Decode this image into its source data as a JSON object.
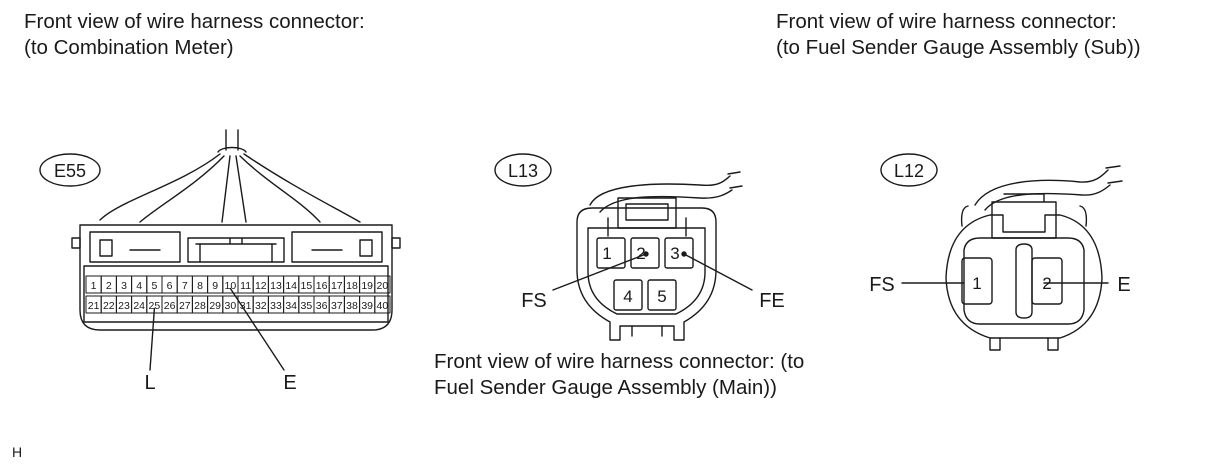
{
  "captions": {
    "e55": {
      "line1": "Front view of wire harness connector:",
      "line2": "(to Combination Meter)"
    },
    "l12": {
      "line1": "Front view of wire harness connector:",
      "line2": "(to Fuel Sender Gauge Assembly (Sub))"
    },
    "l13": {
      "line1": "Front view of wire harness connector: (to",
      "line2": "Fuel Sender Gauge Assembly (Main))"
    }
  },
  "connectors": {
    "e55": {
      "id": "E55",
      "row1": [
        "1",
        "2",
        "3",
        "4",
        "5",
        "6",
        "7",
        "8",
        "9",
        "10",
        "11",
        "12",
        "13",
        "14",
        "15",
        "16",
        "17",
        "18",
        "19",
        "20"
      ],
      "row2": [
        "21",
        "22",
        "23",
        "24",
        "25",
        "26",
        "27",
        "28",
        "29",
        "30",
        "31",
        "32",
        "33",
        "34",
        "35",
        "36",
        "37",
        "38",
        "39",
        "40"
      ],
      "callouts": [
        {
          "label": "L",
          "pin": "25"
        },
        {
          "label": "E",
          "pin": "10"
        }
      ]
    },
    "l13": {
      "id": "L13",
      "row1": [
        "1",
        "2",
        "3"
      ],
      "row2": [
        "4",
        "5"
      ],
      "callouts": [
        {
          "label": "FS",
          "pin": "2"
        },
        {
          "label": "FE",
          "pin": "3"
        }
      ]
    },
    "l12": {
      "id": "L12",
      "pins": [
        "1",
        "2"
      ],
      "callouts": [
        {
          "label": "FS",
          "pin": "1"
        },
        {
          "label": "E",
          "pin": "2"
        }
      ]
    }
  },
  "footnote": "H"
}
